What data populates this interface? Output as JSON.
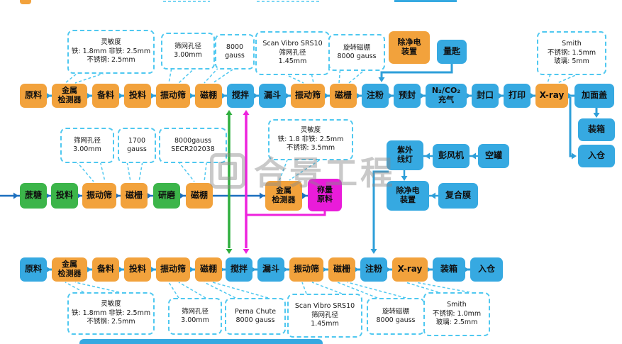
{
  "watermark": "合景工程",
  "top": {
    "boxes": [
      "原料",
      "金属\n检测器",
      "备料",
      "投料",
      "振动筛",
      "磁棚",
      "搅拌",
      "漏斗",
      "振动筛",
      "磁栅",
      "注粉",
      "预封",
      "N₂/CO₂\n充气",
      "封口",
      "打印",
      "X-ray",
      "加面盖"
    ],
    "outputs": [
      "装箱",
      "入仓"
    ],
    "dust": "除净电\n装置",
    "scoop": "量匙",
    "notes": [
      "灵敏度\n铁: 1.8mm 非铁: 2.5mm\n不锈钢: 2.5mm",
      "筛网孔径\n3.00mm",
      "8000\ngauss",
      "Scan Vibro SRS10\n筛网孔径\n1.45mm",
      "旋转磁棚\n8000 gauss",
      "Smith\n不锈钢: 1.5mm\n玻璃: 5mm"
    ]
  },
  "middle": {
    "boxes": [
      "蔗糖",
      "投料",
      "振动筛",
      "磁栅",
      "研磨",
      "磁棚",
      "金属\n检测器",
      "称量\n原料"
    ],
    "aux_top": [
      "紫外\n线灯",
      "彭风机",
      "空罐"
    ],
    "aux": [
      "除净电\n装置",
      "复合膜"
    ],
    "notes": [
      "筛网孔径\n3.00mm",
      "1700\ngauss",
      "8000gauss\nSECR202038",
      "灵敏度\n铁: 1.8 非铁: 2.5mm\n不锈钢: 3.5mm"
    ]
  },
  "bottom": {
    "boxes": [
      "原料",
      "金属\n检测器",
      "备料",
      "投料",
      "振动筛",
      "磁棚",
      "搅拌",
      "漏斗",
      "振动筛",
      "磁栅",
      "注粉",
      "X-ray",
      "装箱",
      "入仓"
    ],
    "notes": [
      "灵敏度\n铁: 1.8mm 非铁: 2.5mm\n不锈钢: 2.5mm",
      "筛网孔径\n3.00mm",
      "Perna Chute\n8000 gauss",
      "Scan Vibro SRS10\n筛网孔径\n1.45mm",
      "旋转磁棚\n8000 gauss",
      "Smith\n不锈钢: 1.0mm\n玻璃: 2.5mm"
    ]
  }
}
